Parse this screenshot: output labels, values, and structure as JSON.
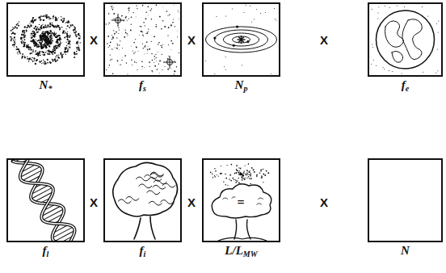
{
  "diagram": {
    "nodes": [
      {
        "text": [
          "N*"
        ]
      },
      {
        "text": [
          "fs"
        ]
      },
      {
        "text": [
          "Np"
        ]
      },
      {
        "text": [
          "fe"
        ]
      },
      {
        "text": [
          "fl"
        ]
      },
      {
        "text": [
          "fi"
        ]
      },
      {
        "text": [
          "L/LMW"
        ]
      },
      {
        "text": [
          "N"
        ]
      }
    ],
    "labels": [
      "X",
      "X",
      "X",
      "X",
      "X",
      "X",
      "=",
      "?"
    ]
  }
}
